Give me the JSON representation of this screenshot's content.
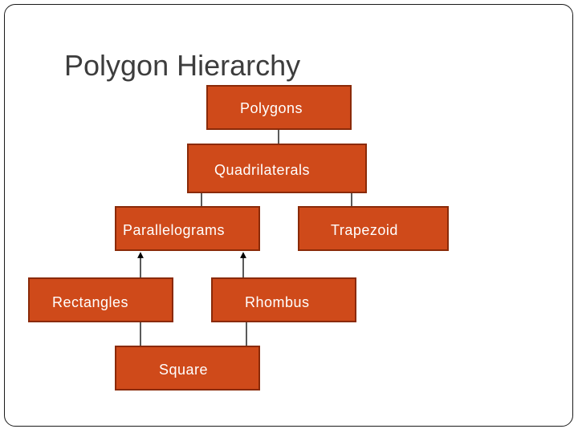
{
  "title": "Polygon Hierarchy",
  "nodes": {
    "polygons": "Polygons",
    "quadrilaterals": "Quadrilaterals",
    "parallelograms": "Parallelograms",
    "trapezoid": "Trapezoid",
    "rectangles": "Rectangles",
    "rhombus": "Rhombus",
    "square": "Square"
  },
  "edges": [
    {
      "from": "quadrilaterals",
      "to": "polygons"
    },
    {
      "from": "parallelograms",
      "to": "quadrilaterals"
    },
    {
      "from": "trapezoid",
      "to": "quadrilaterals"
    },
    {
      "from": "rectangles",
      "to": "parallelograms"
    },
    {
      "from": "rhombus",
      "to": "parallelograms"
    },
    {
      "from": "square",
      "to": "rectangles"
    },
    {
      "from": "square",
      "to": "rhombus"
    }
  ],
  "colors": {
    "node_fill": "#cf4a1a",
    "node_border": "#8a2a08",
    "node_text": "#ffffff",
    "title_text": "#3d3d3d",
    "connector": "#000000"
  }
}
